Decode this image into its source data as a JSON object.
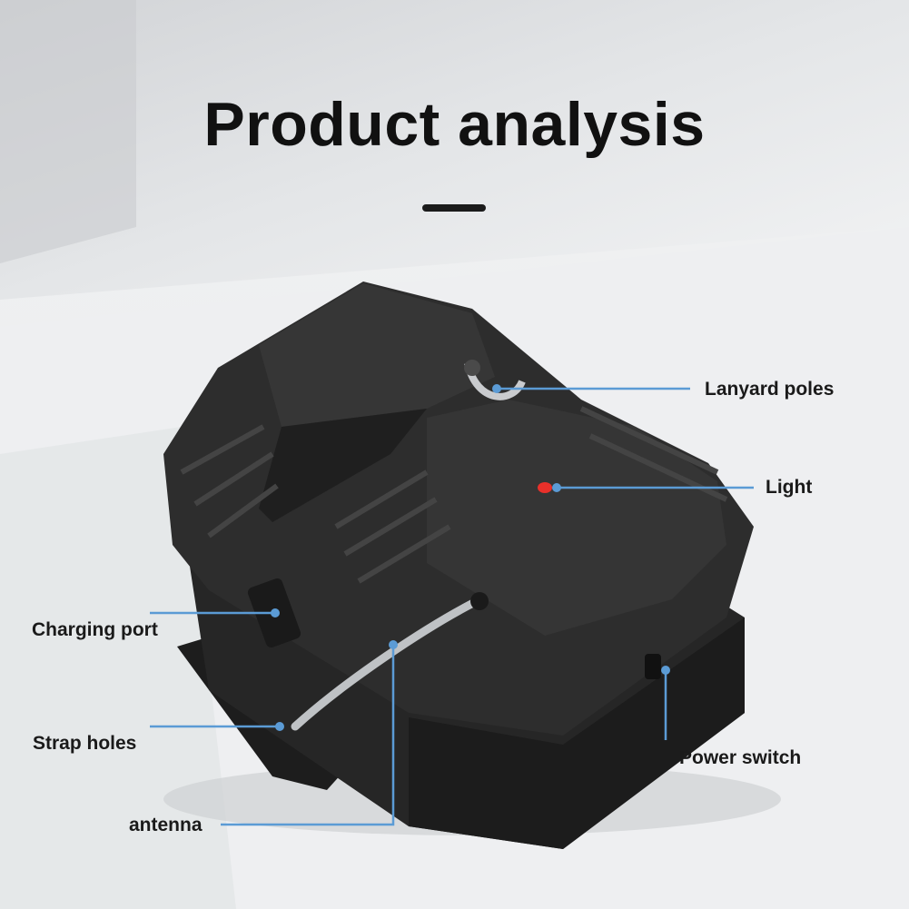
{
  "title": "Product analysis",
  "callouts": {
    "lanyard_poles": "Lanyard poles",
    "light": "Light",
    "charging_port": "Charging port",
    "strap_holes": "Strap holes",
    "antenna": "antenna",
    "power_switch": "Power switch"
  },
  "colors": {
    "leader_line": "#5b9bd5",
    "light_led": "#e8302a",
    "device_body": "#2a2a2a"
  }
}
